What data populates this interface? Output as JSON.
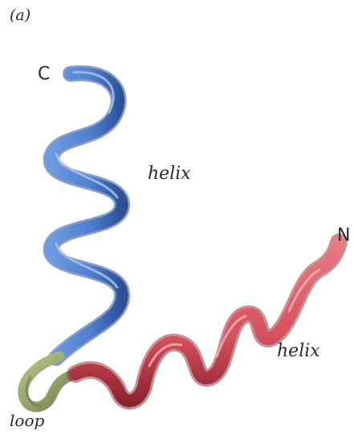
{
  "figure": {
    "panel_label": "(a)",
    "terminus_c": "C",
    "terminus_n": "N",
    "helix_top_label": "helix",
    "helix_bottom_label": "helix",
    "loop_label": "loop"
  },
  "colors": {
    "helix_blue": "#4f7fcf",
    "helix_blue_dark": "#2c4f96",
    "helix_red": "#d4505c",
    "helix_red_dark": "#8c2430",
    "loop_green": "#9fb17a",
    "loop_green_dark": "#6f7f4b"
  }
}
